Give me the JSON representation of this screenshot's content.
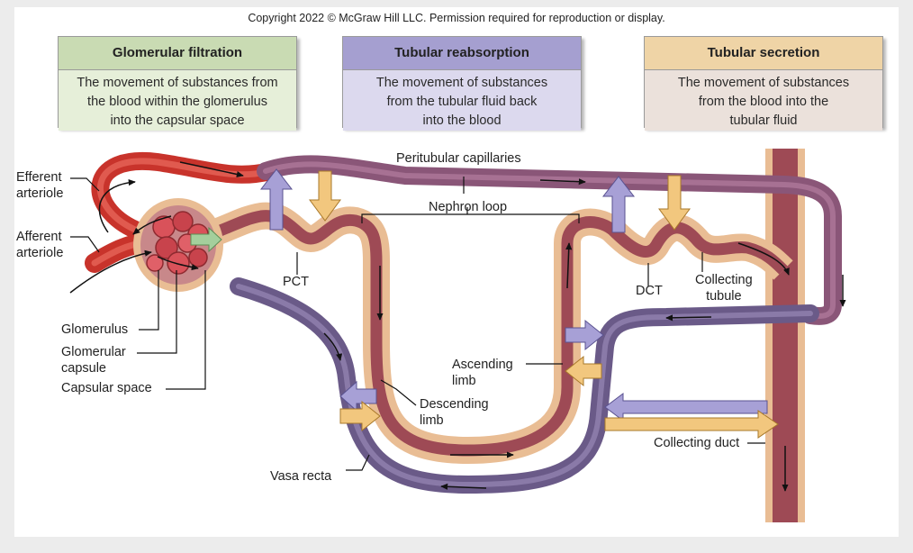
{
  "copyright": "Copyright 2022 © McGraw Hill LLC. Permission required for reproduction or display.",
  "boxes": [
    {
      "title": "Glomerular filtration",
      "lines": [
        "The movement of substances from",
        "the blood within the glomerulus",
        "into the capsular space"
      ],
      "header_color": "#c9dbb3",
      "body_color": "#e6efd9"
    },
    {
      "title": "Tubular reabsorption",
      "lines": [
        "The movement of substances",
        "from the tubular fluid back",
        "into the blood"
      ],
      "header_color": "#a59fd0",
      "body_color": "#dcd9ee"
    },
    {
      "title": "Tubular secretion",
      "lines": [
        "The movement of substances",
        "from the blood into the",
        "tubular fluid"
      ],
      "header_color": "#efd4a6",
      "body_color": "#ebe1db"
    }
  ],
  "labels": {
    "efferent": [
      "Efferent",
      "arteriole"
    ],
    "afferent": [
      "Afferent",
      "arteriole"
    ],
    "glomerulus": "Glomerulus",
    "glomerular_capsule": [
      "Glomerular",
      "capsule"
    ],
    "capsular_space": "Capsular space",
    "peritubular": "Peritubular capillaries",
    "nephron_loop": "Nephron loop",
    "pct": "PCT",
    "dct": "DCT",
    "collecting_tubule": [
      "Collecting",
      "tubule"
    ],
    "ascending_limb": [
      "Ascending",
      "limb"
    ],
    "descending_limb": [
      "Descending",
      "limb"
    ],
    "collecting_duct": "Collecting duct",
    "vasa_recta": "Vasa recta"
  },
  "colors": {
    "artery": "#c8332b",
    "capillary": "#8a5678",
    "vein": "#6a5a88",
    "tubule_outer": "#e9bd94",
    "tubule_inner": "#9e4a55",
    "reabsorption_arrow": "#a7a0d6",
    "secretion_arrow": "#f2c77e",
    "filtration_arrow": "#a4cf9c"
  }
}
